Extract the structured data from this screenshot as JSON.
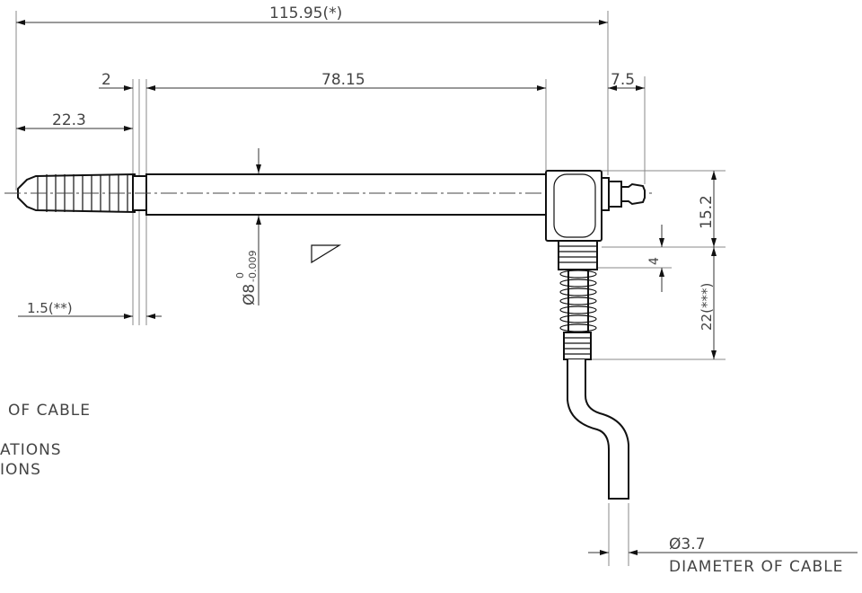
{
  "dimensions": {
    "overall_length": "115.95(*)",
    "gap": "2",
    "rod_length": "78.15",
    "connector_length": "7.5",
    "tip_length": "22.3",
    "head_height": "15.2",
    "thread_length": "4",
    "spring_length": "22(***)",
    "rod_diameter_symbol": "Ø8",
    "rod_diameter_upper_tol": "0",
    "rod_diameter_lower_tol": "-0.009",
    "flange_width": "1.5(**)",
    "cable_diameter": "Ø3.7",
    "cable_diameter_label": "DIAMETER OF CABLE"
  },
  "notes": {
    "line1": "OF CABLE",
    "line2": "ATIONS",
    "line3": "IONS"
  }
}
